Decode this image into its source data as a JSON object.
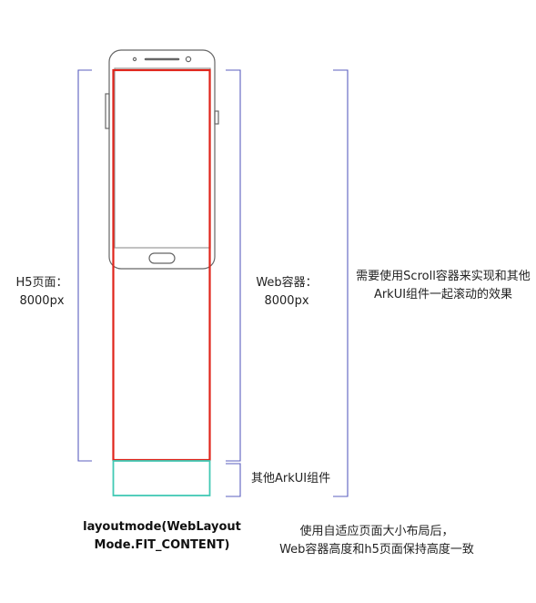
{
  "labels": {
    "h5_page_title": "H5页面：",
    "h5_page_size": "8000px",
    "web_container_title": "Web容器：",
    "web_container_size": "8000px",
    "scroll_note_line1": "需要使用Scroll容器来实现和其他",
    "scroll_note_line2": "ArkUI组件一起滚动的效果",
    "other_components": "其他ArkUI组件",
    "layout_mode_line1": "layoutmode(WebLayout",
    "layout_mode_line2": "Mode.FIT_CONTENT)",
    "result_line1": "使用自适应页面大小布局后，",
    "result_line2": "Web容器高度和h5页面保持高度一致"
  },
  "colors": {
    "bracket": "#5b5fbf",
    "web_outline": "#e0241b",
    "arkui_outline": "#41c9b4",
    "phone_outline": "#666666"
  }
}
